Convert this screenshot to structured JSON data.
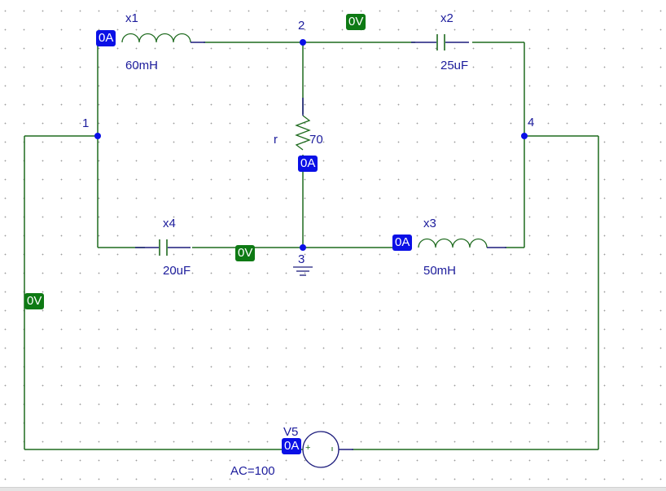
{
  "app": {
    "type": "circuit-schematic-editor"
  },
  "colors": {
    "wire": "#1f6b1f",
    "component": "#1f6b1f",
    "lead": "#1c1c7c",
    "node_dot": "#0a10e6",
    "label_text": "#1c1c9c",
    "current_badge": "#0a10e6",
    "voltage_badge": "#0e7a14"
  },
  "nodes": [
    {
      "id": "1",
      "label": "1"
    },
    {
      "id": "2",
      "label": "2"
    },
    {
      "id": "3",
      "label": "3"
    },
    {
      "id": "4",
      "label": "4"
    }
  ],
  "components": {
    "x1": {
      "name": "x1",
      "type": "inductor",
      "value": "60mH",
      "current": "0A"
    },
    "x2": {
      "name": "x2",
      "type": "capacitor",
      "value": "25uF"
    },
    "r": {
      "name": "r",
      "type": "resistor",
      "value": "70",
      "current": "0A"
    },
    "x3": {
      "name": "x3",
      "type": "inductor",
      "value": "50mH",
      "current": "0A"
    },
    "x4": {
      "name": "x4",
      "type": "capacitor",
      "value": "20uF"
    },
    "v5": {
      "name": "V5",
      "type": "ac-voltage-source",
      "value": "AC=100",
      "current": "0A",
      "plus_sign": "+"
    }
  },
  "voltage_markers": {
    "top_wire": "0V",
    "bottom_wire": "0V",
    "left_wire": "0V"
  },
  "ground": {
    "node": "3",
    "icon": "ground-icon"
  }
}
